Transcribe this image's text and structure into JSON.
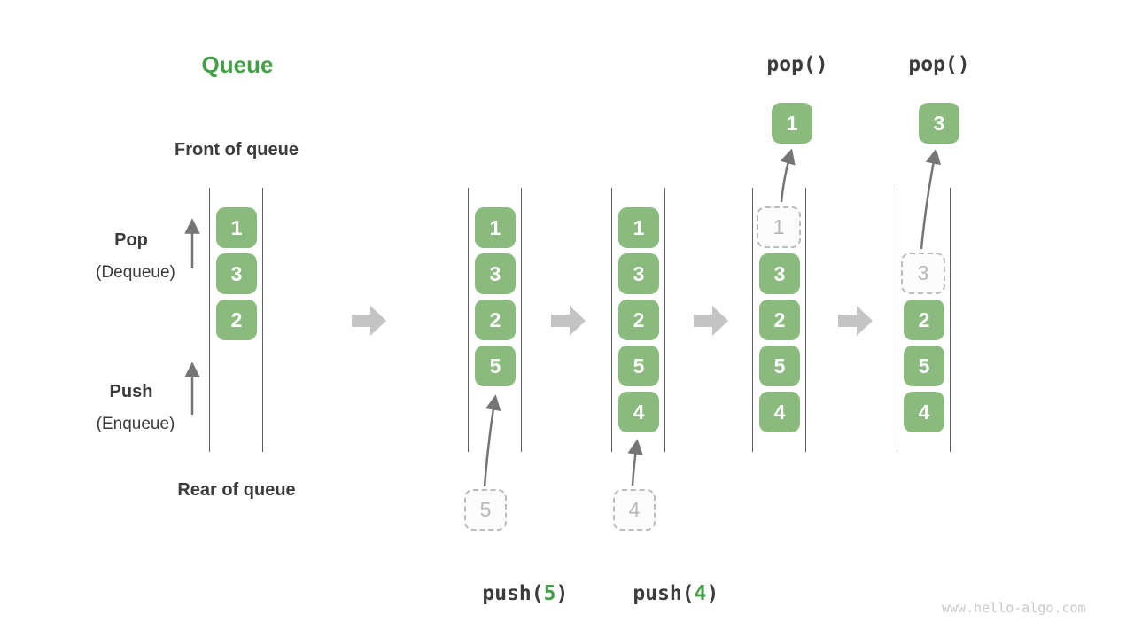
{
  "title": "Queue",
  "labels": {
    "front_of_queue": "Front of queue",
    "rear_of_queue": "Rear of queue",
    "pop": "Pop",
    "pop_alias": "(Dequeue)",
    "push": "Push",
    "push_alias": "(Enqueue)"
  },
  "operations": {
    "push_5": {
      "prefix": "push(",
      "value": "5",
      "suffix": ")"
    },
    "push_4": {
      "prefix": "push(",
      "value": "4",
      "suffix": ")"
    },
    "pop_first": "pop()",
    "pop_second": "pop()"
  },
  "states": [
    {
      "name": "initial",
      "cells": [
        "1",
        "3",
        "2"
      ]
    },
    {
      "name": "after-push-5",
      "cells": [
        "1",
        "3",
        "2",
        "5"
      ],
      "pushed_value": "5"
    },
    {
      "name": "after-push-4",
      "cells": [
        "1",
        "3",
        "2",
        "5",
        "4"
      ],
      "pushed_value": "4"
    },
    {
      "name": "after-pop-1",
      "cells": [
        "3",
        "2",
        "5",
        "4"
      ],
      "removed_value": "1",
      "popped_value": "1"
    },
    {
      "name": "after-pop-3",
      "cells": [
        "2",
        "5",
        "4"
      ],
      "removed_value": "3",
      "popped_value": "3"
    }
  ],
  "colors": {
    "cell_green": "#8aba7e",
    "accent_green": "#43a047",
    "dark_text": "#3b3b3b",
    "arrow_gray": "#757575",
    "block_arrow_gray": "#c4c4c4",
    "dashed_gray": "#bdbdbd",
    "track_line": "#5f5f5f"
  },
  "footer": "www.hello-algo.com"
}
